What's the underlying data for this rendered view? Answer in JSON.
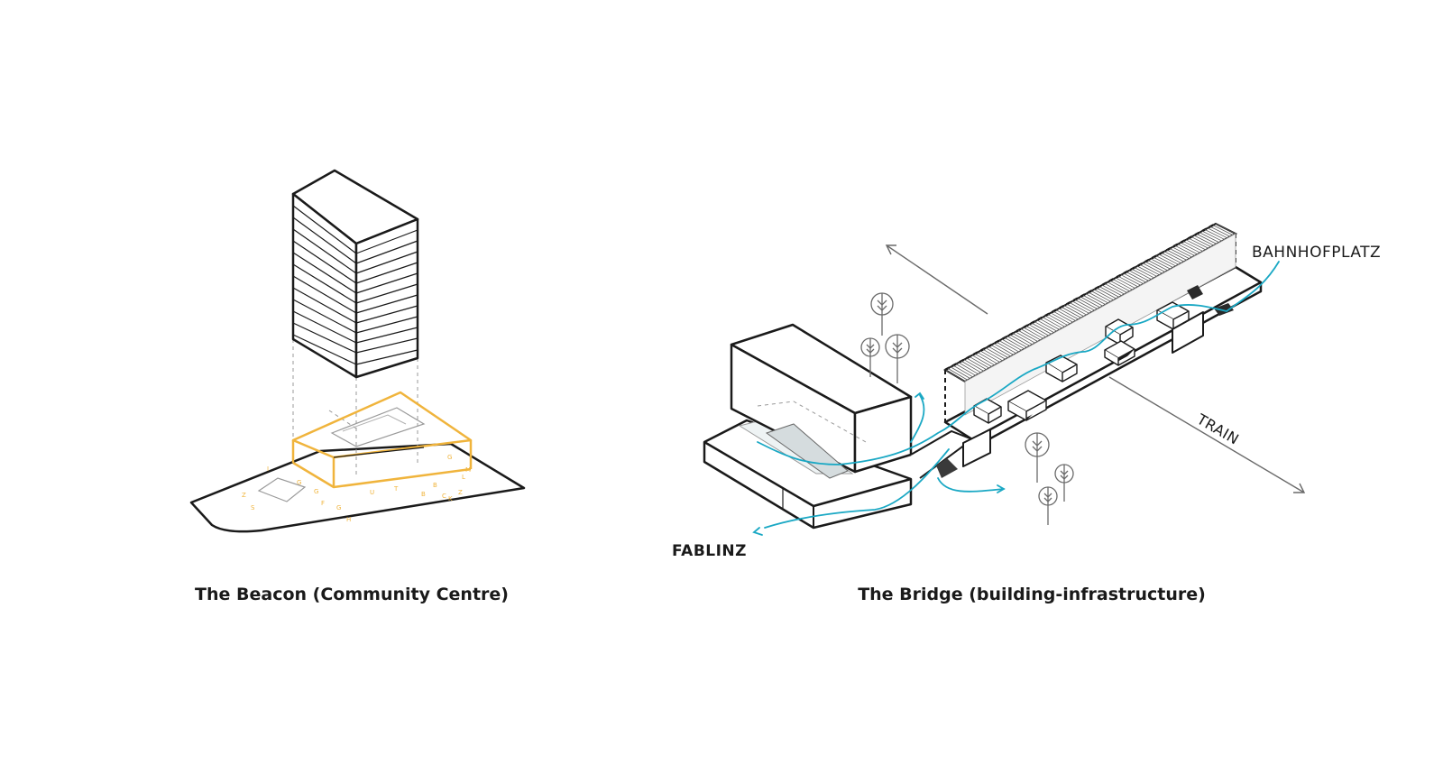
{
  "diagram_left": {
    "caption": "The Beacon (Community Centre)"
  },
  "diagram_right": {
    "caption": "The Bridge (building-infrastructure)",
    "labels": {
      "bahnhofplatz": "BAHNHOFPLATZ",
      "train": "TRAIN",
      "fablinz": "FABLINZ"
    }
  },
  "colors": {
    "line": "#1a1a1a",
    "beacon_accent": "#f0b43c",
    "flow": "#1aa8c4",
    "guide": "#9a9a9a"
  }
}
